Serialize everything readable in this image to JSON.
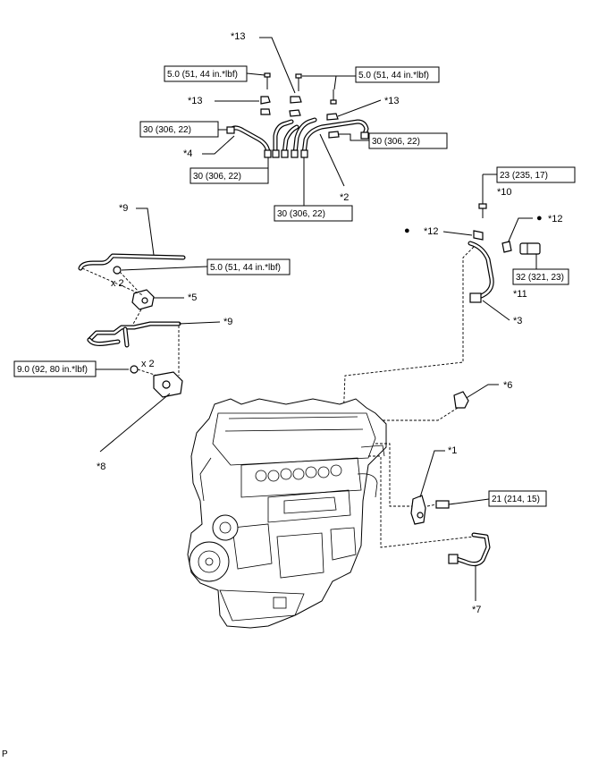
{
  "callouts": {
    "c13_top": "*13",
    "c13_left": "*13",
    "c13_right": "*13",
    "c4": "*4",
    "c2": "*2",
    "c9_top": "*9",
    "c9_mid": "*9",
    "c5": "*5",
    "c8": "*8",
    "c10": "*10",
    "c12_left": "*12",
    "c12_right": "*12",
    "c11": "*11",
    "c3": "*3",
    "c6": "*6",
    "c1": "*1",
    "c7": "*7"
  },
  "quantities": {
    "x2_upper": "x 2",
    "x2_lower": "x 2"
  },
  "torque": {
    "t_5_0_left": "5.0 (51, 44 in.*lbf)",
    "t_5_0_right": "5.0 (51, 44 in.*lbf)",
    "t_30_left": "30 (306, 22)",
    "t_30_right": "30 (306, 22)",
    "t_30_mid_left": "30 (306, 22)",
    "t_30_bottom": "30 (306, 22)",
    "t_23": "23 (235, 17)",
    "t_5_0_mid": "5.0 (51, 44 in.*lbf)",
    "t_32": "32 (321, 23)",
    "t_9_0": "9.0 (92, 80 in.*lbf)",
    "t_21": "21 (214, 15)"
  },
  "markers": {
    "bullet": "●"
  },
  "figure_code": "P"
}
